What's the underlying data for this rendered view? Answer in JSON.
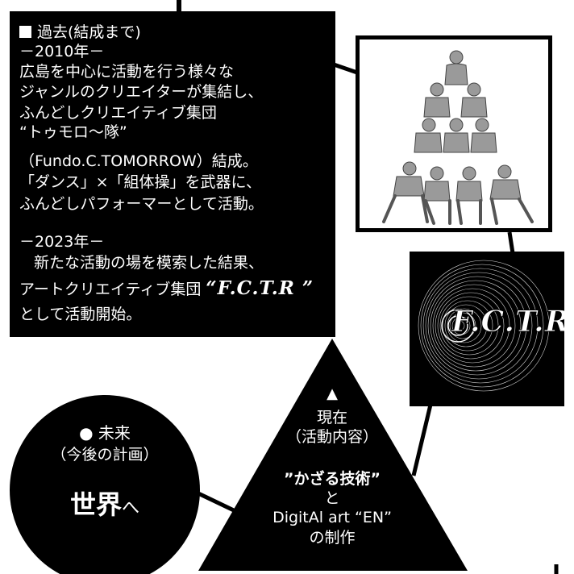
{
  "past": {
    "heading": "過去(結成まで)",
    "year_2010": "－2010年－",
    "lines_2010": [
      "広島を中心に活動を行う様々な",
      "ジャンルのクリエイターが集結し、",
      "ふんどしクリエイティブ集団",
      "“トゥモロ～隊”",
      "（Fundo.C.TOMORROW）結成。",
      "「ダンス」×「組体操」を武器に、",
      "ふんどしパフォーマーとして活動。"
    ],
    "year_2023": "－2023年－",
    "line_2023_a": "新たな活動の場を模索した結果、",
    "line_2023_b_prefix": "アートクリエイティブ集団",
    "brand_name": "“F.C.T.R ”",
    "line_2023_c": "として活動開始。"
  },
  "logo": {
    "text": "F.C.T.R"
  },
  "future": {
    "marker": "●",
    "heading": "未来",
    "subheading": "（今後の計画）",
    "main_big": "世界",
    "main_small": "へ"
  },
  "present": {
    "marker": "▲",
    "heading": "現在",
    "subheading": "（活動内容）",
    "line1": "”かざる技術”",
    "line2": "と",
    "line3": "DigitAl art “EN”",
    "line4": "の制作"
  },
  "colors": {
    "background": "#ffffff",
    "ink": "#000000",
    "text_on_dark": "#ffffff"
  }
}
